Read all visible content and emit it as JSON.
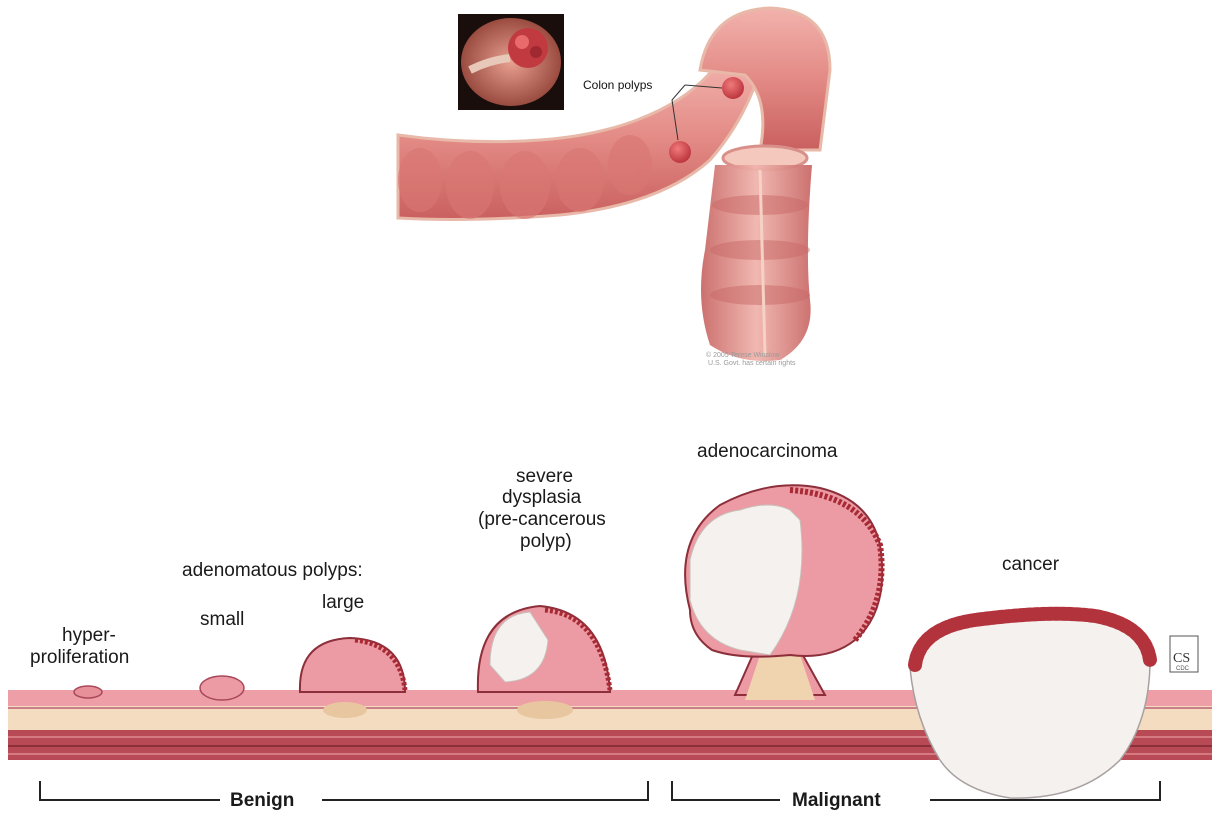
{
  "top_illustration": {
    "callout": "Colon polyps",
    "credit_line1": "© 2005 Terese Winslow",
    "credit_line2": "U.S. Govt. has certain rights"
  },
  "stages": {
    "hyperproliferation_line1": "hyper-",
    "hyperproliferation_line2": "proliferation",
    "adenomatous": "adenomatous polyps:",
    "small": "small",
    "large": "large",
    "severe_line1": "severe",
    "severe_line2": "dysplasia",
    "severe_line3": "(pre-cancerous",
    "severe_line4": "polyp)",
    "adenocarcinoma": "adenocarcinoma",
    "cancer": "cancer"
  },
  "brackets": {
    "benign": "Benign",
    "malignant": "Malignant"
  },
  "logo": {
    "letters": "CS",
    "caption": "CDC"
  },
  "colors": {
    "tissue": "#e8a3a8",
    "tissue_dark": "#c9737b",
    "submucosa": "#f3dcc0",
    "muscle": "#b84a55",
    "tumor_white": "#f4f1ee",
    "tumor_red": "#b3333d"
  }
}
